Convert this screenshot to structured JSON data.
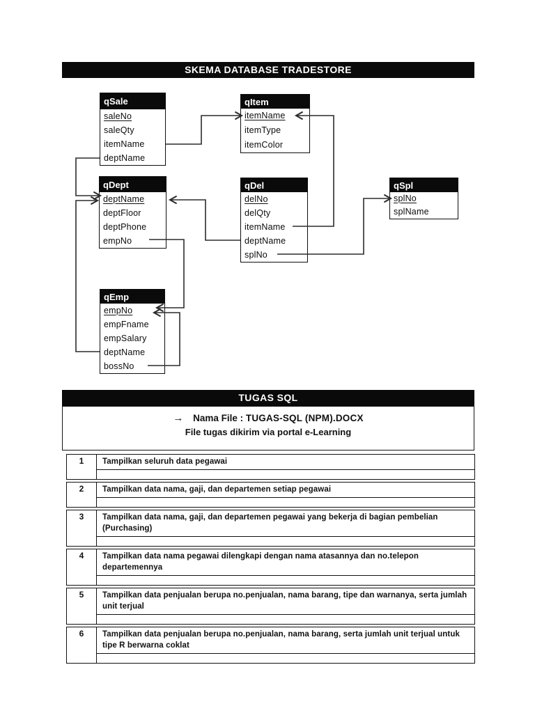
{
  "document": {
    "title": "SKEMA DATABASE TRADESTORE",
    "tugas": {
      "banner": "TUGAS SQL",
      "arrow": "→",
      "file_label": "Nama File :",
      "file_name": "TUGAS-SQL (NPM).DOCX",
      "note": "File tugas dikirim via portal e-Learning"
    },
    "colors": {
      "banner_bg": "#0a0a0a",
      "banner_text": "#ffffff",
      "border": "#101010",
      "connector_line": "#2b2b2b"
    }
  },
  "schema": {
    "tables": [
      {
        "name": "qSale",
        "fields": [
          {
            "name": "saleNo",
            "pk": true
          },
          {
            "name": "saleQty",
            "pk": false
          },
          {
            "name": "itemName",
            "pk": false
          },
          {
            "name": "deptName",
            "pk": false
          }
        ]
      },
      {
        "name": "qItem",
        "fields": [
          {
            "name": "itemName",
            "pk": true
          },
          {
            "name": "itemType",
            "pk": false
          },
          {
            "name": "itemColor",
            "pk": false
          }
        ]
      },
      {
        "name": "qDept",
        "fields": [
          {
            "name": "deptName",
            "pk": true
          },
          {
            "name": "deptFloor",
            "pk": false
          },
          {
            "name": "deptPhone",
            "pk": false
          },
          {
            "name": "empNo",
            "pk": false
          }
        ]
      },
      {
        "name": "qDel",
        "fields": [
          {
            "name": "delNo",
            "pk": true
          },
          {
            "name": "delQty",
            "pk": false
          },
          {
            "name": "itemName",
            "pk": false
          },
          {
            "name": "deptName",
            "pk": false
          },
          {
            "name": "splNo",
            "pk": false
          }
        ]
      },
      {
        "name": "qSpl",
        "fields": [
          {
            "name": "splNo",
            "pk": true
          },
          {
            "name": "splName",
            "pk": false
          }
        ]
      },
      {
        "name": "qEmp",
        "fields": [
          {
            "name": "empNo",
            "pk": true
          },
          {
            "name": "empFname",
            "pk": false
          },
          {
            "name": "empSalary",
            "pk": false
          },
          {
            "name": "deptName",
            "pk": false
          },
          {
            "name": "bossNo",
            "pk": false
          }
        ]
      }
    ],
    "connections": [
      {
        "from": "qSale.itemName",
        "to": "qItem.itemName"
      },
      {
        "from": "qDel.itemName",
        "to": "qItem.itemName"
      },
      {
        "from": "qSale.deptName",
        "to": "qDept.deptName"
      },
      {
        "from": "qEmp.deptName",
        "to": "qDept.deptName"
      },
      {
        "from": "qDel.deptName",
        "to": "qDept.deptName"
      },
      {
        "from": "qDept.empNo",
        "to": "qEmp.empNo"
      },
      {
        "from": "qEmp.bossNo",
        "to": "qEmp.empNo"
      },
      {
        "from": "qDel.splNo",
        "to": "qSpl.splNo"
      }
    ]
  },
  "tasks": [
    {
      "no": "1",
      "text": "Tampilkan seluruh data pegawai"
    },
    {
      "no": "2",
      "text": "Tampilkan data nama, gaji, dan departemen setiap pegawai"
    },
    {
      "no": "3",
      "text": "Tampilkan data nama, gaji, dan departemen pegawai yang bekerja di bagian pembelian (Purchasing)"
    },
    {
      "no": "4",
      "text": "Tampilkan data nama pegawai dilengkapi dengan nama atasannya dan no.telepon departemennya"
    },
    {
      "no": "5",
      "text": "Tampilkan data penjualan berupa no.penjualan, nama barang, tipe dan warnanya, serta jumlah unit terjual"
    },
    {
      "no": "6",
      "text": "Tampilkan data penjualan berupa no.penjualan, nama barang, serta jumlah unit terjual untuk tipe R berwarna coklat"
    }
  ]
}
